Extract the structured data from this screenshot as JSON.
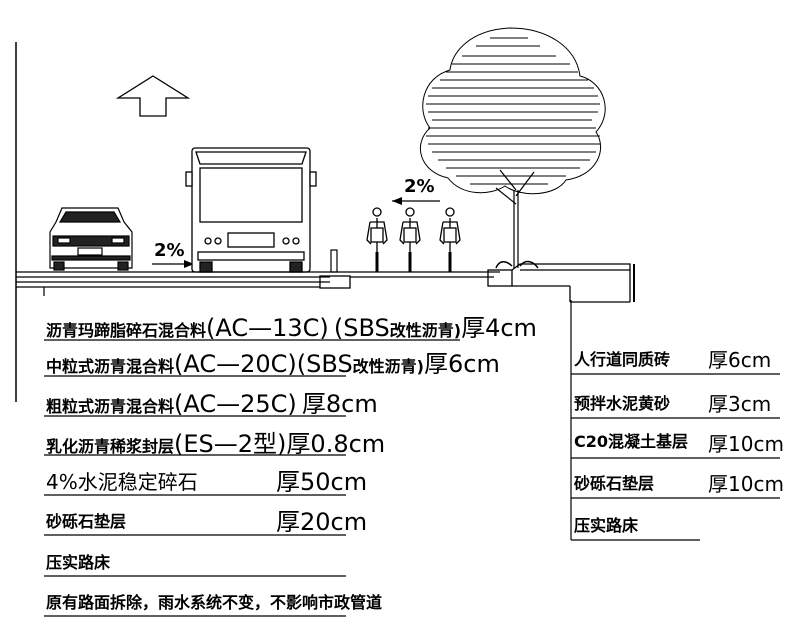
{
  "diagram": {
    "slopes": {
      "road": "2%",
      "bike": "2%"
    },
    "road_layers": [
      {
        "name": "沥青玛蹄脂碎石混合料",
        "spec": "(AC—13C)",
        "extra": "(SBS",
        "extra_small": "改性沥青)",
        "thickness": "厚4cm"
      },
      {
        "name": "中粒式沥青混合料",
        "spec": "(AC—20C)",
        "extra": "(SBS",
        "extra_small": "改性沥青)",
        "thickness": "厚6cm"
      },
      {
        "name": "粗粒式沥青混合料",
        "spec": "(AC—25C)",
        "extra": "",
        "extra_small": "",
        "thickness": "厚8cm"
      },
      {
        "name": "乳化沥青稀浆封层",
        "spec": "(ES—2型)",
        "extra": "",
        "extra_small": "",
        "thickness": "厚0.8cm"
      },
      {
        "name": "4%水泥稳定碎石",
        "spec": "",
        "extra": "",
        "extra_small": "",
        "thickness": "厚50cm"
      },
      {
        "name": "砂砾石垫层",
        "spec": "",
        "extra": "",
        "extra_small": "",
        "thickness": "厚20cm"
      },
      {
        "name": "压实路床",
        "spec": "",
        "extra": "",
        "extra_small": "",
        "thickness": ""
      },
      {
        "name": "原有路面拆除，雨水系统不变，不影响市政管道",
        "spec": "",
        "extra": "",
        "extra_small": "",
        "thickness": ""
      }
    ],
    "sidewalk_layers": [
      {
        "name": "人行道同质砖",
        "thickness": "厚6cm"
      },
      {
        "name": "预拌水泥黄砂",
        "thickness": "厚3cm"
      },
      {
        "name": "C20混凝土基层",
        "thickness": "厚10cm"
      },
      {
        "name": "砂砾石垫层",
        "thickness": "厚10cm"
      },
      {
        "name": "压实路床",
        "thickness": ""
      }
    ]
  }
}
